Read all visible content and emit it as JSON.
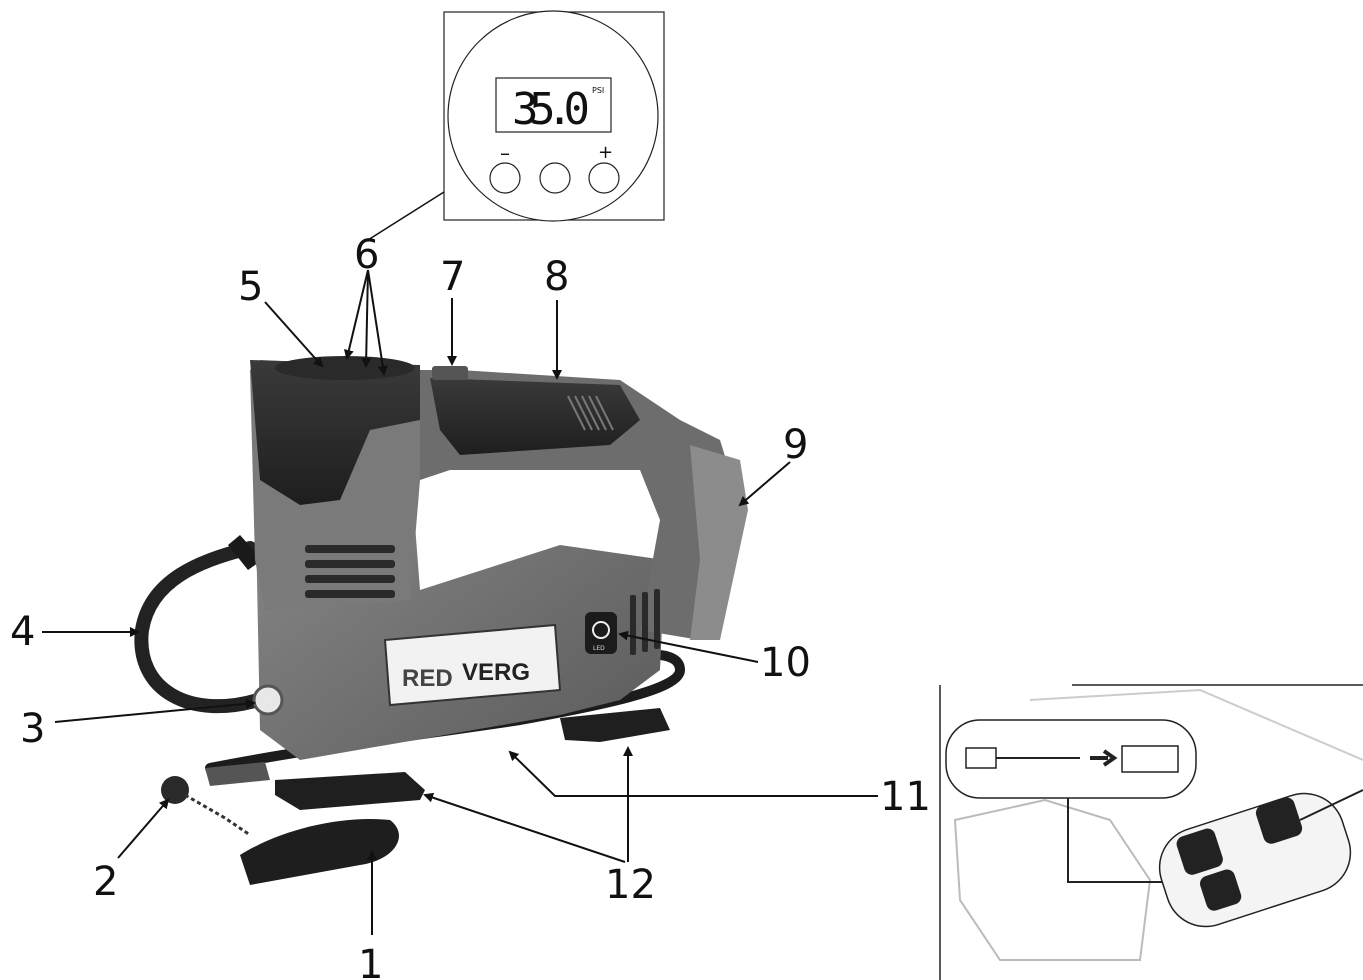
{
  "display_inset": {
    "reading": "35.0",
    "unit": "PSI",
    "minus_symbol": "–",
    "plus_symbol": "+"
  },
  "body_brand": {
    "part1": "RED",
    "part2": "VERG",
    "led_label": "LED"
  },
  "callouts": {
    "c1": "1",
    "c2": "2",
    "c3": "3",
    "c4": "4",
    "c5": "5",
    "c6": "6",
    "c7": "7",
    "c8": "8",
    "c9": "9",
    "c10": "10",
    "c11": "11",
    "c12": "12"
  }
}
